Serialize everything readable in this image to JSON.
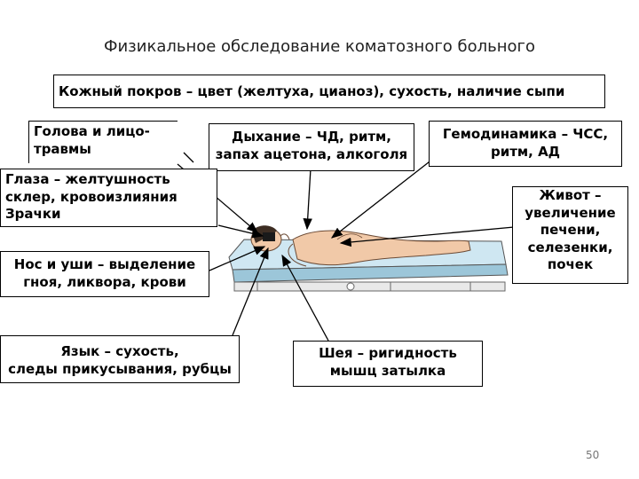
{
  "title": "Физикальное обследование коматозного больного",
  "boxes": {
    "skin": "Кожный покров – цвет (желтуха, цианоз), сухость, наличие сыпи",
    "head": "Голова и лицо-\nтравмы",
    "breathing": "Дыхание – ЧД, ритм,\nзапах ацетона, алкоголя",
    "hemodynamics": "Гемодинамика – ЧСС,\nритм, АД",
    "eyes": "Глаза – желтушность\nсклер, кровоизлияния\nЗрачки",
    "abdomen": "Живот –\nувеличение\nпечени,\nселезенки,\nпочек",
    "nose": "Нос и уши – выделение\nгноя, ликвора, крови",
    "tongue": "Язык – сухость,\nследы прикусывания, рубцы",
    "neck": "Шея – ригидность\nмышц затылка"
  },
  "page_number": "50"
}
